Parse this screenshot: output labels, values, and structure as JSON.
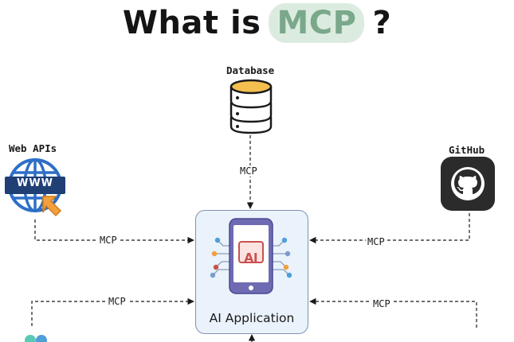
{
  "title": {
    "prefix": "What is",
    "highlight": "MCP",
    "suffix": "?"
  },
  "nodes": {
    "database": {
      "label": "Database",
      "icon": "database-icon"
    },
    "web_apis": {
      "label": "Web APIs",
      "icon": "globe-icon",
      "badge": "WWW"
    },
    "github": {
      "label": "GitHub",
      "icon": "github-icon"
    },
    "ai_application": {
      "label": "AI Application",
      "chip_text": "AI",
      "icon": "smartphone-icon"
    }
  },
  "connections": [
    {
      "from": "database",
      "to": "ai_application",
      "label": "MCP"
    },
    {
      "from": "web_apis",
      "to": "ai_application",
      "label": "MCP"
    },
    {
      "from": "github",
      "to": "ai_application",
      "label": "MCP"
    },
    {
      "from": "left-bottom",
      "to": "ai_application",
      "label": "MCP"
    },
    {
      "from": "right-bottom",
      "to": "ai_application",
      "label": "MCP"
    }
  ],
  "colors": {
    "title_highlight_bg": "#dcebe0",
    "title_highlight_text": "#7aa88a",
    "database_gold": "#f3bf4f",
    "globe_blue": "#2d6fc7",
    "pointer_orange": "#f2a03d",
    "github_dark": "#2b2b2b",
    "app_box_bg": "#eaf2fb",
    "app_box_border": "#7f93aa",
    "phone_purple": "#6f6bb3",
    "ai_chip_red": "#c9504e"
  }
}
